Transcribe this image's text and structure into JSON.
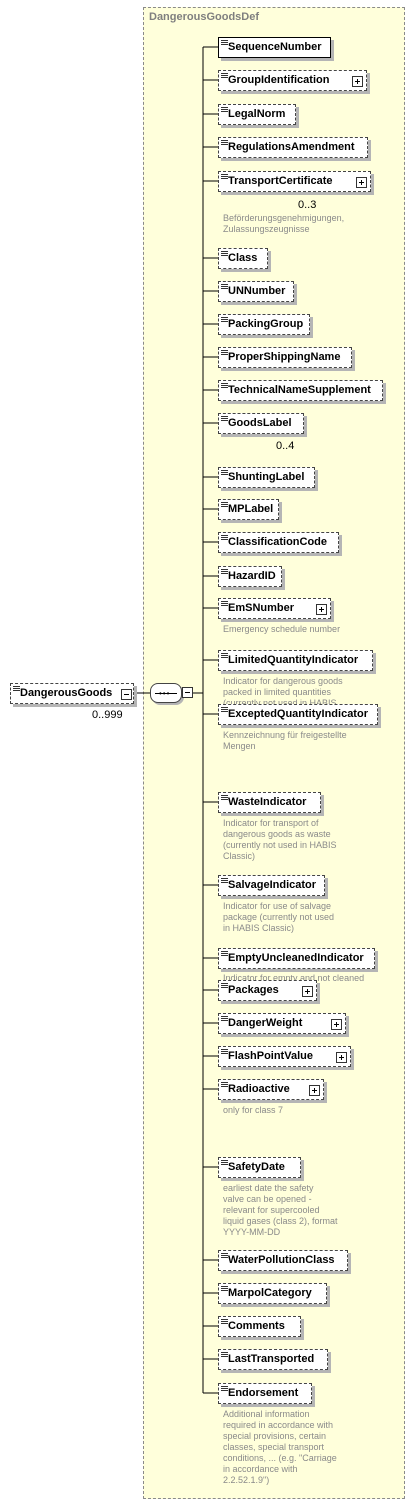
{
  "type_name": "DangerousGoodsDef",
  "root": {
    "label": "DangerousGoods",
    "cardinality": "0..999"
  },
  "elements": [
    {
      "label": "SequenceNumber"
    },
    {
      "label": "GroupIdentification"
    },
    {
      "label": "LegalNorm"
    },
    {
      "label": "RegulationsAmendment"
    },
    {
      "label": "TransportCertificate",
      "cardinality": "0..3",
      "doc": "Beförderungsgenehmigungen,\nZulassungszeugnisse"
    },
    {
      "label": "Class"
    },
    {
      "label": "UNNumber"
    },
    {
      "label": "PackingGroup"
    },
    {
      "label": "ProperShippingName"
    },
    {
      "label": "TechnicalNameSupplement"
    },
    {
      "label": "GoodsLabel",
      "cardinality": "0..4"
    },
    {
      "label": "ShuntingLabel"
    },
    {
      "label": "MPLabel"
    },
    {
      "label": "ClassificationCode"
    },
    {
      "label": "HazardID"
    },
    {
      "label": "EmSNumber",
      "doc": "Emergency schedule number"
    },
    {
      "label": "LimitedQuantityIndicator",
      "doc": "Indicator for dangerous goods\npacked in limited quantities\n(currently not used in HABIS\nClassic)"
    },
    {
      "label": "ExceptedQuantityIndicator",
      "doc": "Kennzeichnung für freigestellte\nMengen"
    },
    {
      "label": "WasteIndicator",
      "doc": "Indicator for transport of\ndangerous goods as waste\n(currently not used in HABIS\nClassic)"
    },
    {
      "label": "SalvageIndicator",
      "doc": "Indicator for use of salvage\npackage (currently not used\nin HABIS Classic)"
    },
    {
      "label": "EmptyUncleanedIndicator",
      "doc": "Indicator for empty and not cleaned\nreceptables"
    },
    {
      "label": "Packages"
    },
    {
      "label": "DangerWeight"
    },
    {
      "label": "FlashPointValue"
    },
    {
      "label": "Radioactive",
      "doc": "only for class 7"
    },
    {
      "label": "SafetyDate",
      "doc": "earliest date the safety\nvalve can be opened -\nrelevant for supercooled\nliquid gases (class 2), format\nYYYY-MM-DD"
    },
    {
      "label": "WaterPollutionClass"
    },
    {
      "label": "MarpolCategory"
    },
    {
      "label": "Comments"
    },
    {
      "label": "LastTransported"
    },
    {
      "label": "Endorsement",
      "doc": "Additional information\nrequired in accordance with\nspecial provisions, certain\nclasses, special transport\nconditions, ... (e.g. \"Carriage\nin accordance with\n2.2.52.1.9\")"
    }
  ]
}
